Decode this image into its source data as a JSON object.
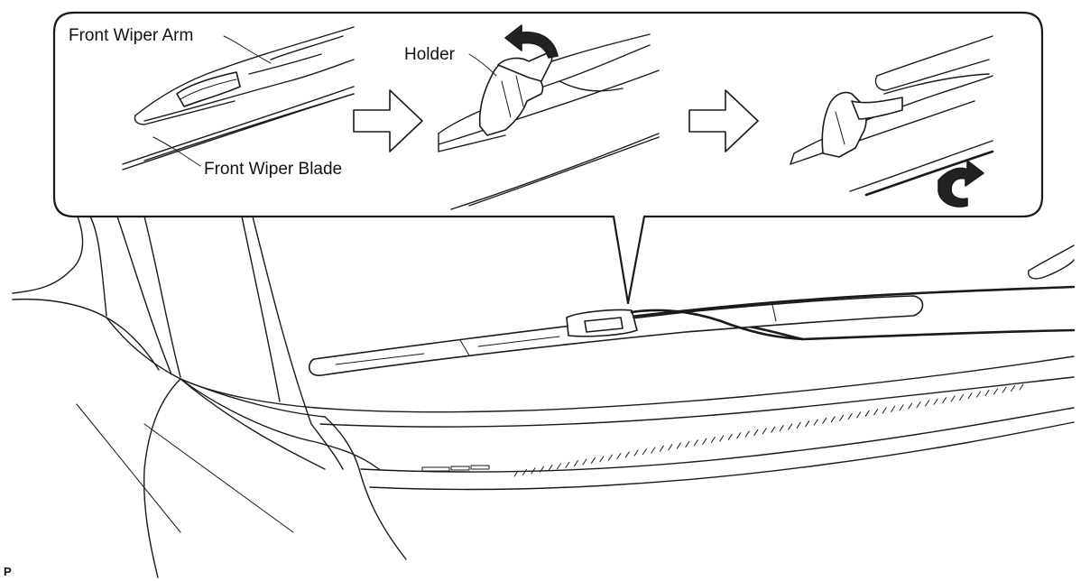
{
  "labels": {
    "front_wiper_arm": "Front Wiper Arm",
    "holder": "Holder",
    "front_wiper_blade": "Front Wiper Blade"
  },
  "page_marker": "P",
  "colors": {
    "line": "#1a1a1a",
    "background": "#ffffff"
  }
}
